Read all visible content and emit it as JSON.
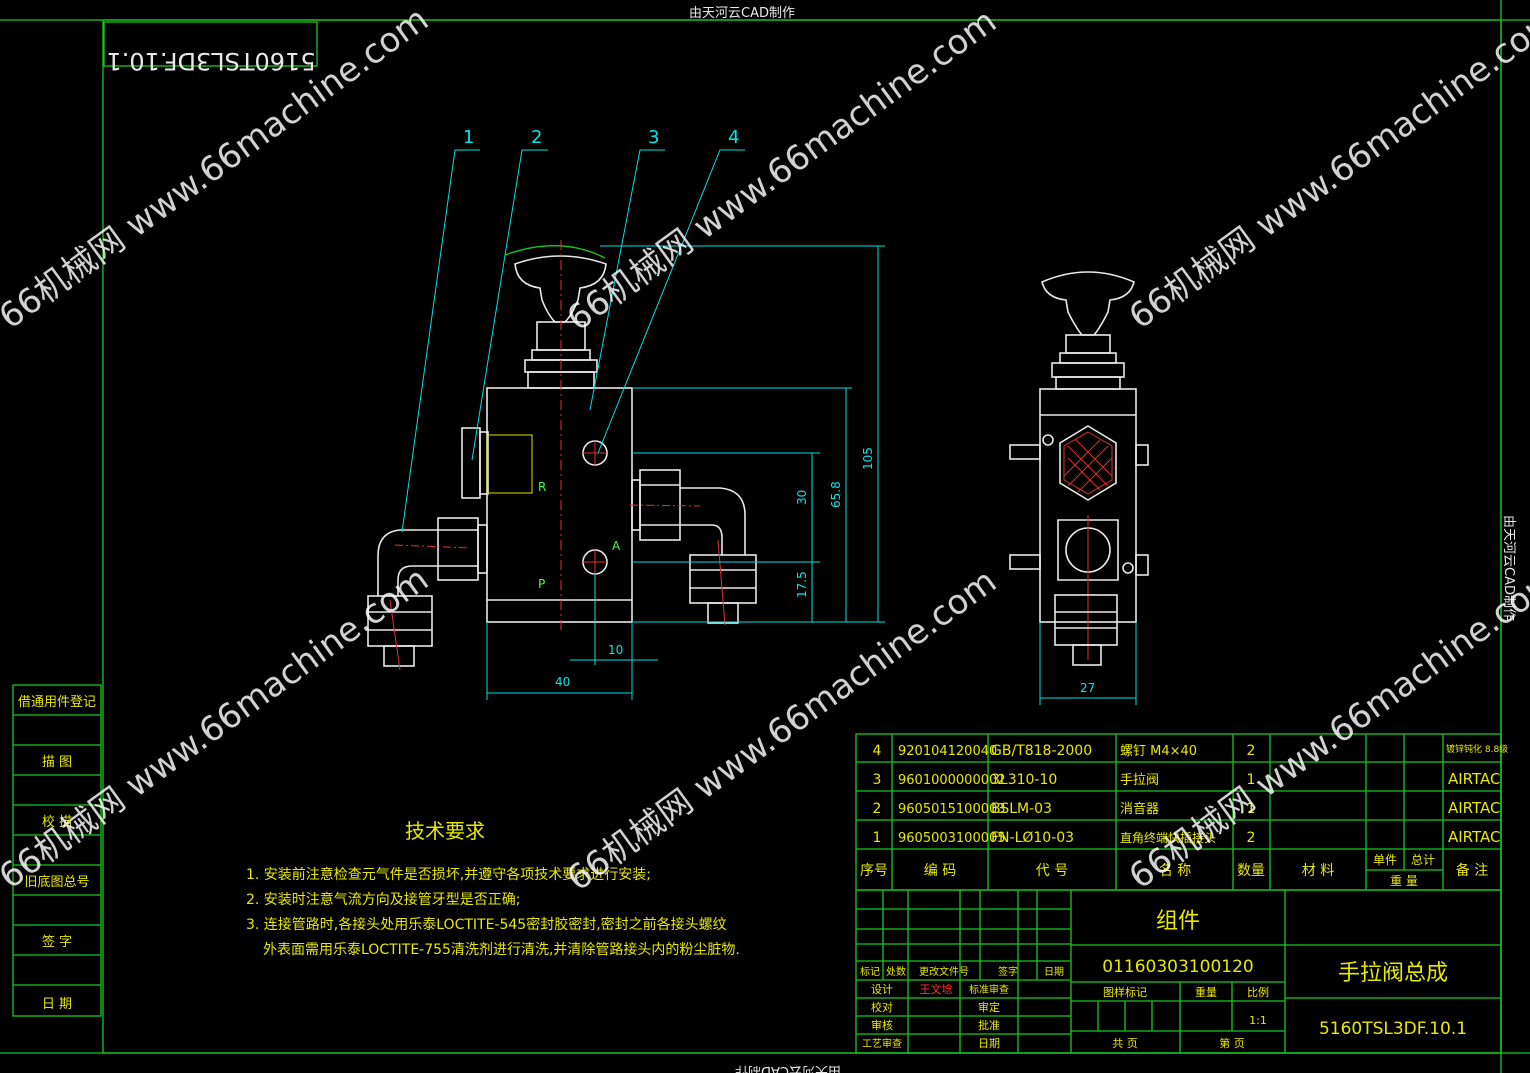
{
  "frame": {
    "top_banner": "由天河云CAD制作",
    "bottom_banner": "由天河云CAD制作",
    "right_banner": "由天河云CAD制作",
    "mirrored_code": "5160TSL3DF.10.1"
  },
  "left_strip": [
    "借通用件登记",
    "描 图",
    "校 描",
    "旧底图总号",
    "签 字",
    "日 期"
  ],
  "leaders": [
    "1",
    "2",
    "3",
    "4"
  ],
  "port_labels": {
    "r": "R",
    "p": "P",
    "a": "A"
  },
  "dimensions": {
    "d105": "105",
    "d658": "65.8",
    "d30": "30",
    "d175": "17.5",
    "d10": "10",
    "d40": "40",
    "d27": "27"
  },
  "tech": {
    "title": "技术要求",
    "notes": [
      "1. 安装前注意检查元气件是否损坏,并遵守各项技术要求进行安装;",
      "2. 安装时注意气流方向及接管牙型是否正确;",
      "3. 连接管路时,各接头处用乐泰LOCTITE-545密封胶密封,密封之前各接头螺纹",
      "外表面需用乐泰LOCTITE-755清洗剂进行清洗,并清除管路接头内的粉尘脏物."
    ]
  },
  "bom": {
    "rows": [
      {
        "no": "4",
        "code": "920104120040",
        "std": "GB/T818-2000",
        "name": "螺钉 M4×40",
        "qty": "2",
        "note": "镀锌钝化 8.8级"
      },
      {
        "no": "3",
        "code": "9601000000002",
        "std": "3L310-10",
        "name": "手拉阀",
        "qty": "1",
        "note": "AIRTAC"
      },
      {
        "no": "2",
        "code": "9605015100003",
        "std": "BSLM-03",
        "name": "消音器",
        "qty": "1",
        "note": "AIRTAC"
      },
      {
        "no": "1",
        "code": "9605003100005",
        "std": "FN-LØ10-03",
        "name": "直角终端快插接头",
        "qty": "2",
        "note": "AIRTAC"
      }
    ],
    "header": {
      "no": "序号",
      "code": "编 码",
      "std": "代 号",
      "name": "名 称",
      "qty": "数量",
      "material": "材 料",
      "unit": "单件",
      "total": "总计",
      "weight": "重 量",
      "note": "备 注"
    }
  },
  "title_block": {
    "type": "组件",
    "code": "01160303100120",
    "title": "手拉阀总成",
    "drawing_no": "5160TSL3DF.10.1",
    "scale": "1:1",
    "rev_labels": [
      "标记",
      "处数",
      "更改文件号",
      "签字",
      "日期"
    ],
    "roles": [
      "设计",
      "校对",
      "审核",
      "工艺审查"
    ],
    "roles_mid": [
      "标准审查",
      "审定",
      "批准",
      "日期"
    ],
    "designer": "王文埝",
    "stage_label": "图样标记",
    "weight_label": "重量",
    "scale_label": "比例",
    "sheets_label": "共 页",
    "sheet_label": "第 页"
  },
  "watermark": {
    "text": "66机械网 www.66machine.com"
  }
}
